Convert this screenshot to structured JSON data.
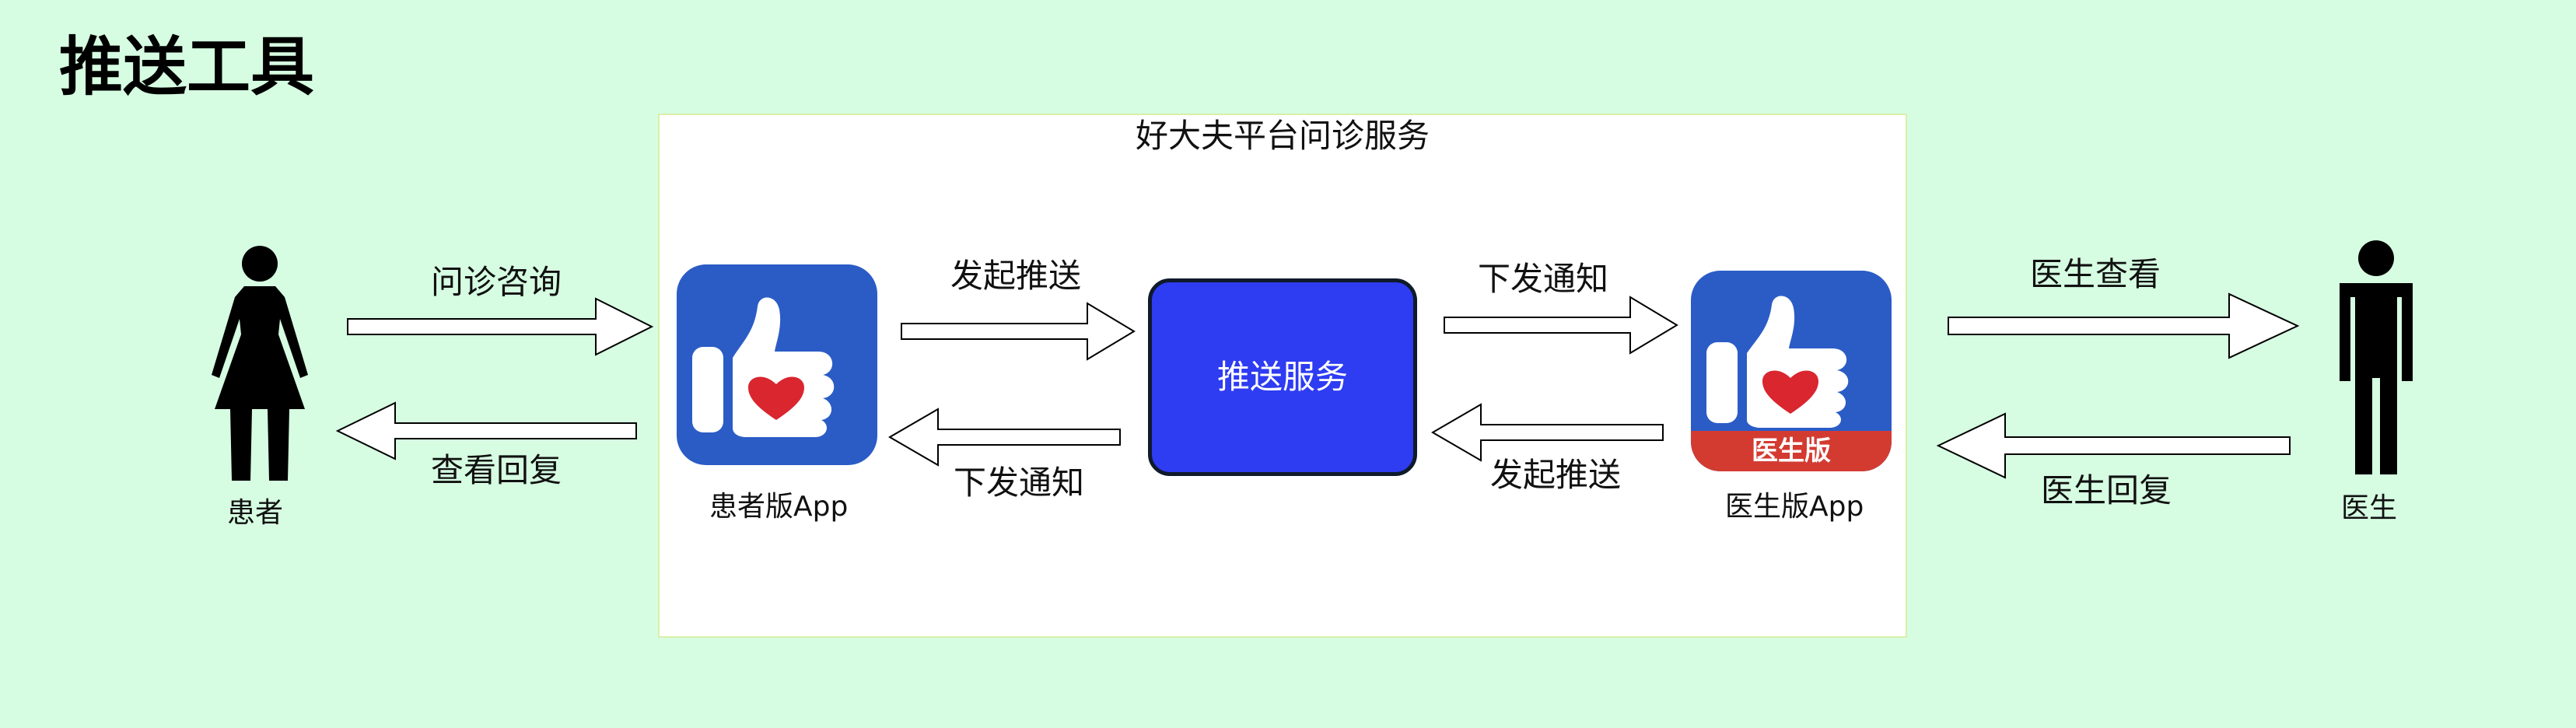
{
  "title": "推送工具",
  "platform": {
    "title": "好大夫平台问诊服务"
  },
  "actors": {
    "patient": "患者",
    "doctor": "医生"
  },
  "apps": {
    "patient_app": "患者版App",
    "doctor_app": "医生版App",
    "doctor_badge": "医生版"
  },
  "service": {
    "label": "推送服务"
  },
  "arrows": {
    "consult": "问诊咨询",
    "view_reply": "查看回复",
    "push_to_service": "发起推送",
    "notify_patient_app": "下发通知",
    "notify_doctor_app": "下发通知",
    "push_from_doctor": "发起推送",
    "doctor_view": "医生查看",
    "doctor_reply": "医生回复"
  },
  "colors": {
    "background": "#d6fde2",
    "app_icon": "#2b5cc6",
    "service_box": "#2e3cf2",
    "badge": "#d33b31",
    "heart": "#d9262f"
  }
}
